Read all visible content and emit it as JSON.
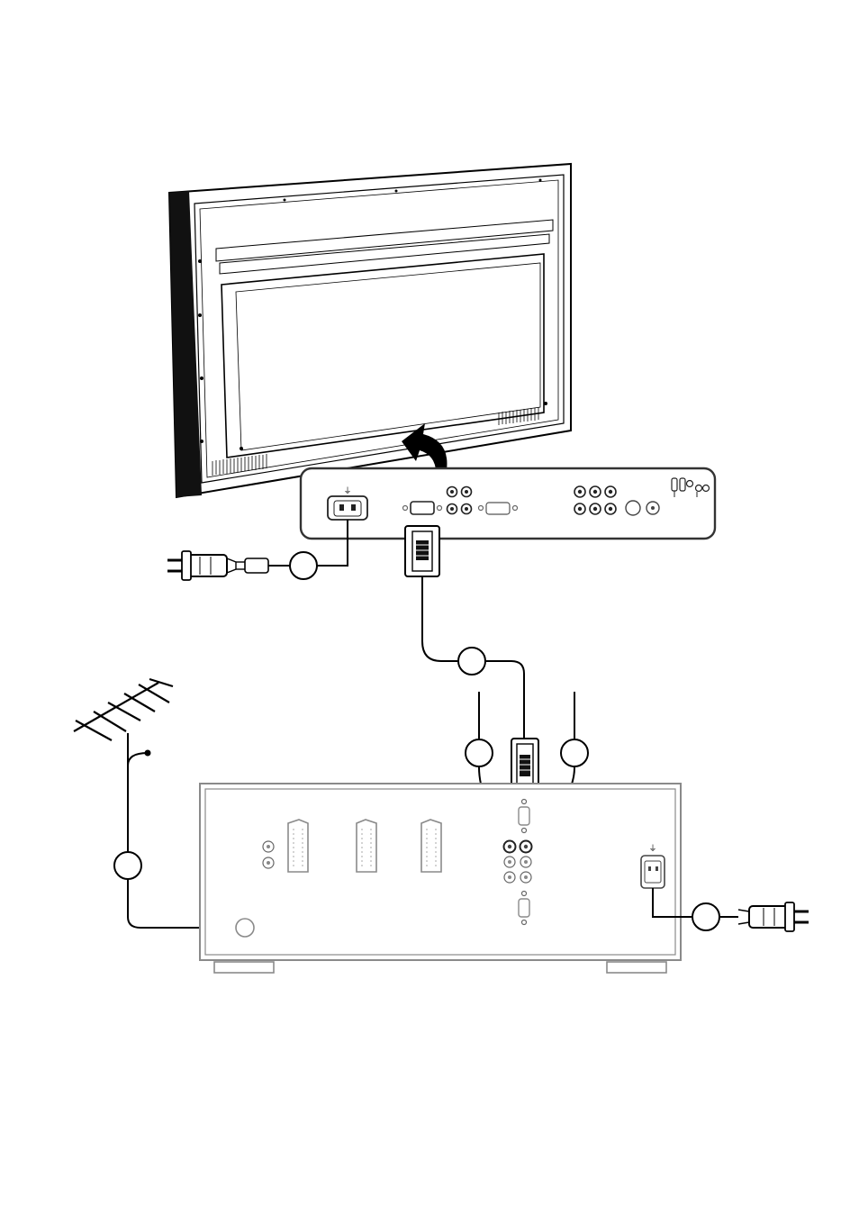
{
  "figure": {
    "type": "connection diagram",
    "components": [
      {
        "id": "display",
        "kind": "flat-panel rear view"
      },
      {
        "id": "receiver_box",
        "kind": "external receiver"
      },
      {
        "id": "antenna",
        "kind": "antenna"
      },
      {
        "id": "mains_plug_display",
        "kind": "mains plug"
      },
      {
        "id": "mains_plug_box",
        "kind": "mains plug"
      }
    ],
    "callouts": [
      {
        "id": "callout-display-power",
        "label": ""
      },
      {
        "id": "callout-vga-link",
        "label": ""
      },
      {
        "id": "callout-left-lead",
        "label": ""
      },
      {
        "id": "callout-right-lead",
        "label": ""
      },
      {
        "id": "callout-antenna",
        "label": ""
      },
      {
        "id": "callout-box-power",
        "label": ""
      }
    ],
    "symbols": {
      "ground": "⏚"
    }
  }
}
